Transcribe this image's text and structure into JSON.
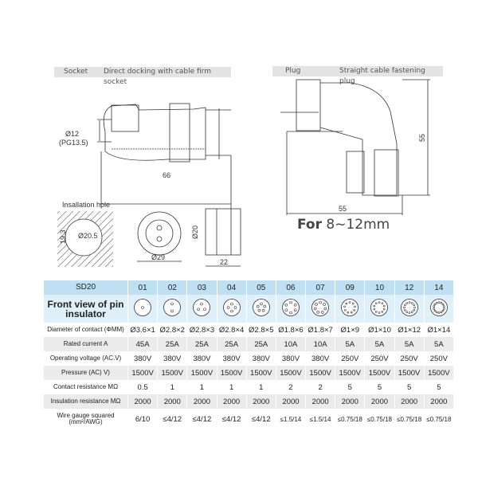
{
  "socket_bar": {
    "label": "Socket",
    "title": "Direct docking with cable firm socket"
  },
  "plug_bar": {
    "label": "Plug",
    "title": "Straight cable fastening plug"
  },
  "dimensions": {
    "cable_dia": "Ø12",
    "pg": "(PG13.5)",
    "socket_length": "66",
    "install_title": "Insallation hole",
    "hole_dia": "Ø20.5",
    "hole_flat": "19.3",
    "flange_dia": "Ø29",
    "thread_dia": "Ø20",
    "body_length": "22",
    "plug_height": "55",
    "plug_width": "55"
  },
  "cable_range": {
    "prefix": "For",
    "value": "8~12mm"
  },
  "table": {
    "header_label": "SD20",
    "models": [
      "01",
      "02",
      "03",
      "04",
      "05",
      "06",
      "07",
      "09",
      "10",
      "12",
      "14"
    ],
    "pin_counts": [
      1,
      2,
      3,
      4,
      5,
      6,
      7,
      9,
      10,
      12,
      14
    ],
    "front_view_label": "Front view of pin insulator",
    "rows": [
      {
        "label": "Diameter of contact (ΦMM)",
        "values": [
          "Ø3.6×1",
          "Ø2.8×2",
          "Ø2.8×3",
          "Ø2.8×4",
          "Ø2.8×5",
          "Ø1.8×6",
          "Ø1.8×7",
          "Ø1×9",
          "Ø1×10",
          "Ø1×12",
          "Ø1×14"
        ]
      },
      {
        "label": "Rated current A",
        "values": [
          "45A",
          "25A",
          "25A",
          "25A",
          "25A",
          "10A",
          "10A",
          "5A",
          "5A",
          "5A",
          "5A"
        ]
      },
      {
        "label": "Operating voltage (AC.V)",
        "values": [
          "380V",
          "380V",
          "380V",
          "380V",
          "380V",
          "380V",
          "380V",
          "250V",
          "250V",
          "250V",
          "250V"
        ]
      },
      {
        "label": "Pressure (AC) V)",
        "values": [
          "1500V",
          "1500V",
          "1500V",
          "1500V",
          "1500V",
          "1500V",
          "1500V",
          "1500V",
          "1500V",
          "1500V",
          "1500V"
        ]
      },
      {
        "label": "Contact resistance MΩ",
        "values": [
          "0.5",
          "1",
          "1",
          "1",
          "1",
          "2",
          "2",
          "5",
          "5",
          "5",
          "5"
        ]
      },
      {
        "label": "Insulation resistance MΩ",
        "values": [
          "2000",
          "2000",
          "2000",
          "2000",
          "2000",
          "2000",
          "2000",
          "2000",
          "2000",
          "2000",
          "2000"
        ]
      },
      {
        "label": "Wire gauge squared (mm²/AWG)",
        "values": [
          "6/10",
          "≤4/12",
          "≤4/12",
          "≤4/12",
          "≤4/12",
          "≤1.5/14",
          "≤1.5/14",
          "≤0.75/18",
          "≤0.75/18",
          "≤0.75/18",
          "≤0.75/18"
        ]
      }
    ]
  }
}
